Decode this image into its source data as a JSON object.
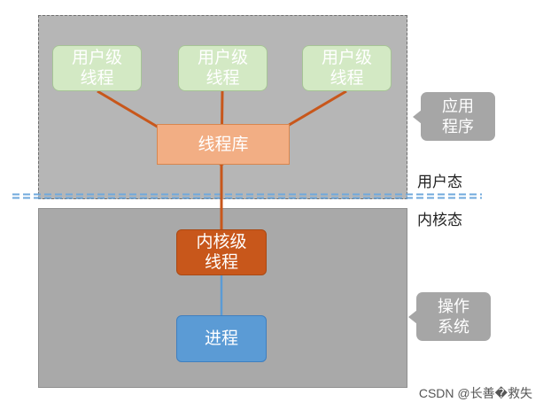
{
  "diagram": {
    "user_threads": [
      {
        "label": "用户级\n线程"
      },
      {
        "label": "用户级\n线程"
      },
      {
        "label": "用户级\n线程"
      }
    ],
    "thread_library": {
      "label": "线程库"
    },
    "kernel_thread": {
      "label": "内核级\n线程"
    },
    "process": {
      "label": "进程"
    },
    "callouts": {
      "application": "应用\n程序",
      "operating_system": "操作\n系统"
    },
    "mode_labels": {
      "user_mode": "用户态",
      "kernel_mode": "内核态"
    },
    "credit": "CSDN @长善�救失",
    "colors": {
      "user_region": "#b6b6b6",
      "kernel_region": "#a9a9a9",
      "user_thread": "#d3e9c4",
      "thread_library": "#f2ae84",
      "kernel_thread": "#c8571b",
      "process": "#5b9bd5",
      "mapping_line": "#c8571b",
      "process_link": "#5b9bd5",
      "boundary": "#6fa8dc"
    }
  }
}
